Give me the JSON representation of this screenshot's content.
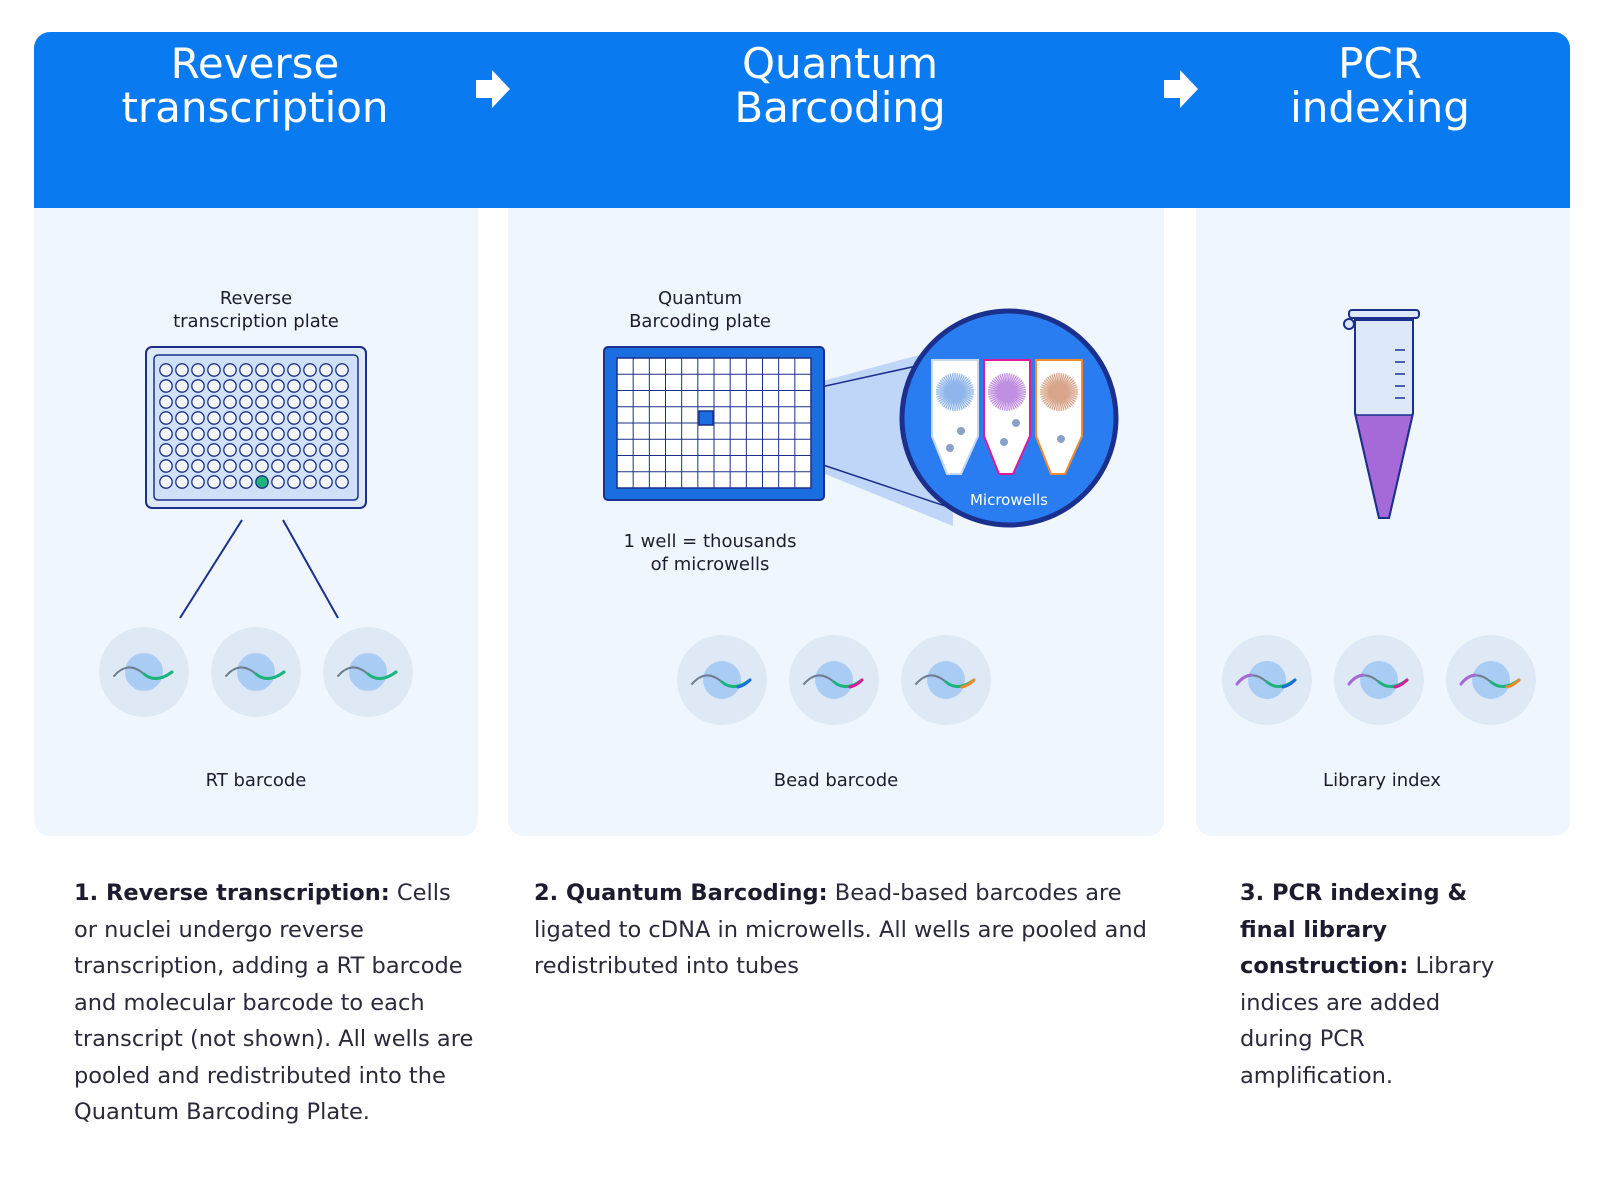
{
  "steps": [
    {
      "title_line1": "Reverse",
      "title_line2": "transcription"
    },
    {
      "title_line1": "Quantum",
      "title_line2": "Barcoding"
    },
    {
      "title_line1": "PCR",
      "title_line2": "indexing"
    }
  ],
  "panel1": {
    "plate_label_line1": "Reverse",
    "plate_label_line2": "transcription plate",
    "barcode_label": "RT barcode"
  },
  "panel2": {
    "plate_label_line1": "Quantum",
    "plate_label_line2": "Barcoding plate",
    "note_line1": "1 well = thousands",
    "note_line2": "of microwells",
    "microwells_label": "Microwells",
    "barcode_label": "Bead barcode"
  },
  "panel3": {
    "barcode_label": "Library index"
  },
  "descriptions": [
    {
      "bold": "1. Reverse transcription:",
      "text": " Cells or nuclei undergo reverse transcription, adding a RT barcode and molecular barcode to each transcript (not shown). All wells are pooled and redistributed into the Quantum Barcoding Plate."
    },
    {
      "bold": "2. Quantum Barcoding:",
      "text": " Bead-based barcodes are ligated to cDNA in microwells. All wells are pooled and redistributed into tubes"
    },
    {
      "bold": "3. PCR indexing & final library construction:",
      "text": " Library indices are added during PCR amplification."
    }
  ],
  "colors": {
    "header_blue": "#0a7af0",
    "panel_bg": "#f0f6fd",
    "rt_green": "#1db37a",
    "bead_blue": "#1a6ee0",
    "bead_magenta": "#e0189a",
    "bead_orange": "#f58a2a",
    "index_purple": "#a66ad8",
    "tube_fill": "#a66ad8",
    "navy": "#1b2f8c"
  }
}
